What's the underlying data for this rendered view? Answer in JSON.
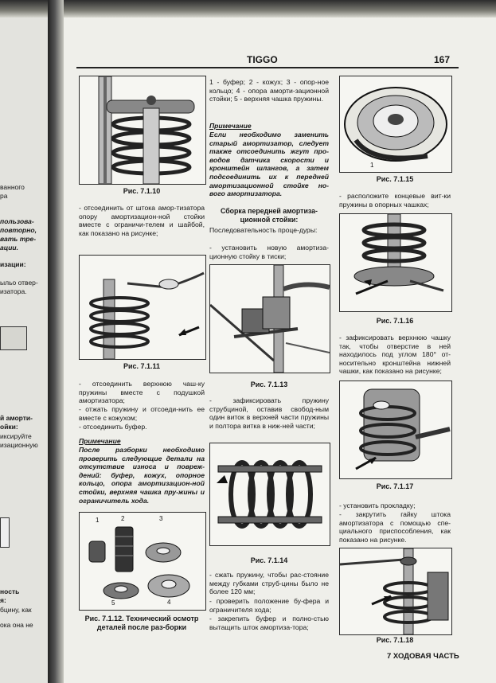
{
  "header": {
    "title": "TIGGO",
    "page_number": "167"
  },
  "left_page": {
    "lines": [
      {
        "t": "ванного",
        "c": ""
      },
      {
        "t": "ра",
        "c": ""
      },
      {
        "t": "пользова-",
        "c": "bi"
      },
      {
        "t": "повторно,",
        "c": "bi"
      },
      {
        "t": "вать тре-",
        "c": "bi"
      },
      {
        "t": "ации.",
        "c": "bi"
      },
      {
        "t": "изации:",
        "c": "b"
      },
      {
        "t": "ыльо отвер-",
        "c": ""
      },
      {
        "t": "изатора.",
        "c": ""
      },
      {
        "t": "й аморти-",
        "c": "b"
      },
      {
        "t": "ойки:",
        "c": "b"
      },
      {
        "t": "иксируйте",
        "c": ""
      },
      {
        "t": "изационную",
        "c": ""
      },
      {
        "t": "ность",
        "c": "b"
      },
      {
        "t": "я:",
        "c": "b"
      },
      {
        "t": "бцину, как",
        "c": ""
      },
      {
        "t": "ока она не",
        "c": ""
      }
    ]
  },
  "col1": {
    "fig_7_1_10": "Рис. 7.1.10",
    "p1": "- отсоединить от штока амор-тизатора опору амортизацион-ной стойки вместе с ограничи-телем и шайбой, как показано на рисунке;",
    "fig_7_1_11": "Рис. 7.1.11",
    "p2": "- отсоединить верхнюю чаш-ку пружины вместе с подушкой амортизатора;",
    "p3": "- отжать пружину и отсоеди-нить ее вместе с кожухом;",
    "p4": "- отсоединить буфер.",
    "note_title": "Примечание",
    "note_text": "После разборки необходимо проверить следующие детали на отсутствие износа и повреж-дений: буфер, кожух, опорное кольцо, опора амортизацион-ной стойки, верхняя чашка пру-жины и ограничитель хода.",
    "fig_7_1_12": "Рис. 7.1.12. Технический осмотр деталей после раз-борки",
    "parts_labels": [
      "1",
      "2",
      "3",
      "4",
      "5"
    ]
  },
  "col2": {
    "legend": "1 - буфер; 2 - кожух; 3 - опор-ное кольцо; 4 - опора аморти-зационной стойки; 5 - верхняя чашка пружины.",
    "note_title": "Примечание",
    "note_text": "Если необходимо заменить старый амортизатор, следует также отсоединить жгут про-водов датчика скорости и кронштейн шлангов, а затем подсоединить их к передней амортизационной стойке но-вого амортизатора.",
    "section_title": "Сборка передней амортиза-ционной стойки:",
    "p1": "Последовательность проце-дуры:",
    "p2": "- установить новую амортиза-ционную стойку в тиски;",
    "fig_7_1_13": "Рис. 7.1.13",
    "p3": "- зафиксировать пружину струбциной, оставив свобод-ным один виток в верхней части пружины и полтора витка в ниж-ней части;",
    "fig_7_1_14": "Рис. 7.1.14",
    "p4": "- сжать пружину, чтобы рас-стояние между губками струб-цины было не более 120 мм;",
    "p5": "- проверить положение бу-фера и ограничителя хода;",
    "p6": "- закрепить буфер и полно-стью вытащить шток амортиза-тора;"
  },
  "col3": {
    "fig_7_1_15": "Рис. 7.1.15",
    "fig15_label": "1",
    "p1": "- расположите концевые вит-ки пружины в опорных чашках;",
    "fig_7_1_16": "Рис. 7.1.16",
    "p2": "- зафиксировать верхнюю чашку так, чтобы отверстие в ней находилось под углом 180° от-носительно кронштейна нижней чашки, как показано на рисунке;",
    "fig_7_1_17": "Рис. 7.1.17",
    "p3": "- установить прокладку;",
    "p4": "- закрутить гайку штока амортизатора с помощью спе-циального приспособления, как показано на рисунке.",
    "fig_7_1_18": "Рис. 7.1.18"
  },
  "footer": {
    "text": "7 ХОДОВАЯ ЧАСТЬ"
  }
}
